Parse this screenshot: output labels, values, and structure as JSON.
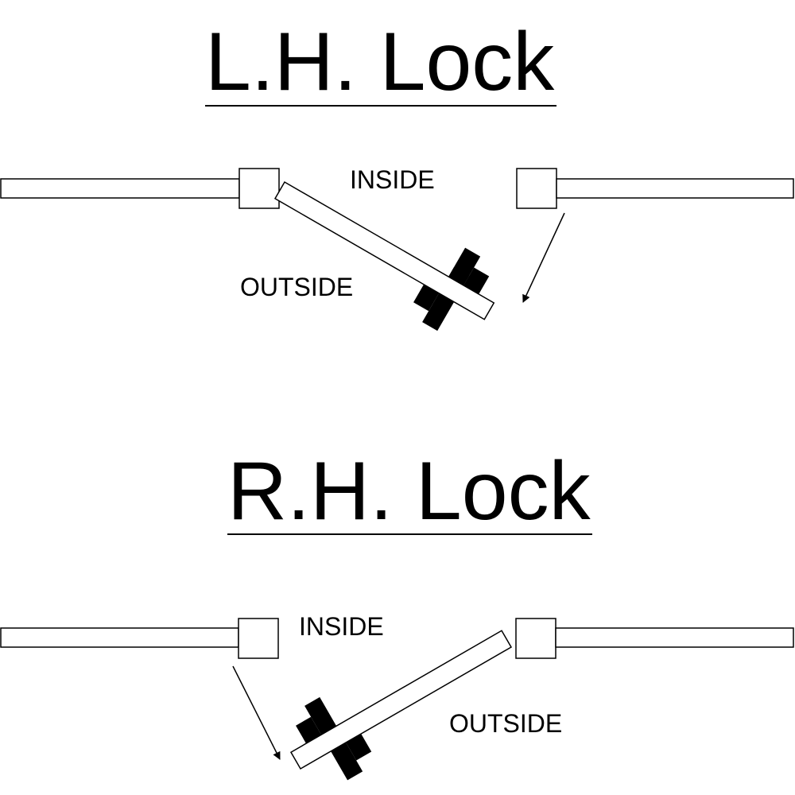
{
  "lh_lock": {
    "title": "L.H. Lock",
    "inside_label": "INSIDE",
    "outside_label": "OUTSIDE"
  },
  "rh_lock": {
    "title": "R.H. Lock",
    "inside_label": "INSIDE",
    "outside_label": "OUTSIDE"
  },
  "colors": {
    "line": "#000000",
    "background": "#ffffff",
    "hardware": "#000000"
  }
}
